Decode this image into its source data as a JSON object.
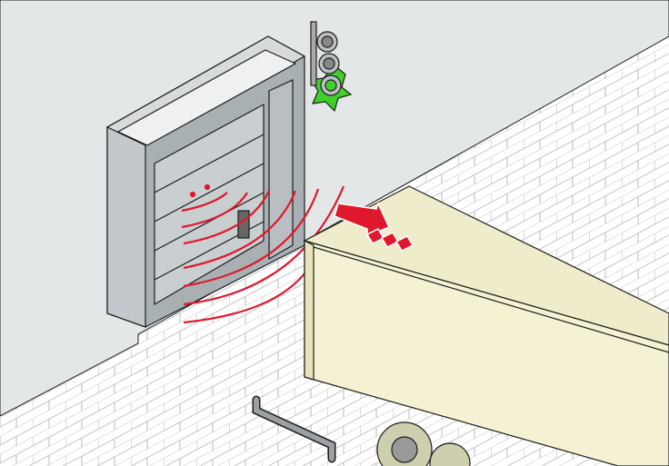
{
  "colors": {
    "wall": "#e4e7e7",
    "floor": "#ffffff",
    "floor_lines": "#b9bec0",
    "door_frame": "#a9b0b4",
    "door_panel": "#c9ced1",
    "signal_arcs": "#e0182d",
    "arrow": "#e0182d",
    "truck_body": "#f4f2d2",
    "traffic_light_active": "#3fd12a",
    "outline": "#1d1d1b"
  },
  "scene": {
    "traffic_light_state": "green",
    "icons": [
      "loading-dock-door",
      "traffic-light",
      "sensor-waves",
      "approach-arrow",
      "truck-trailer",
      "bumper-rail"
    ]
  }
}
